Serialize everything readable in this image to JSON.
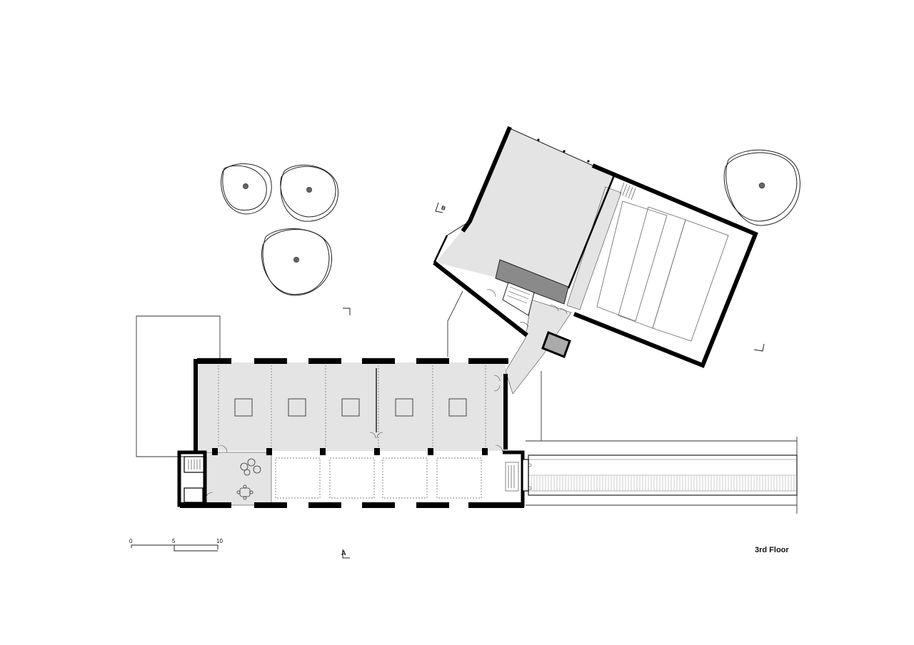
{
  "drawing": {
    "title": "3rd Floor",
    "scale_bar": {
      "ticks": [
        "0",
        "5",
        "10"
      ]
    },
    "section_marks": {
      "a": "A",
      "b": "B"
    }
  }
}
